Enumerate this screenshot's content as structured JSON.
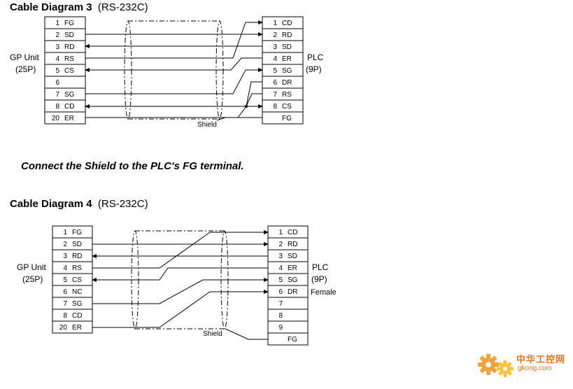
{
  "diagram3": {
    "title": "Cable Diagram 3",
    "subtitle": "(RS-232C)",
    "left_label": "GP Unit",
    "left_sublabel": "(25P)",
    "right_label": "PLC",
    "right_sublabel": "(9P)",
    "shield_label": "Shield",
    "left_pins": [
      {
        "num": "1",
        "name": "FG"
      },
      {
        "num": "2",
        "name": "SD"
      },
      {
        "num": "3",
        "name": "RD"
      },
      {
        "num": "4",
        "name": "RS"
      },
      {
        "num": "5",
        "name": "CS"
      },
      {
        "num": "6",
        "name": ""
      },
      {
        "num": "7",
        "name": "SG"
      },
      {
        "num": "8",
        "name": "CD"
      },
      {
        "num": "20",
        "name": "ER"
      }
    ],
    "right_pins": [
      {
        "num": "1",
        "name": "CD"
      },
      {
        "num": "2",
        "name": "RD"
      },
      {
        "num": "3",
        "name": "SD"
      },
      {
        "num": "4",
        "name": "ER"
      },
      {
        "num": "5",
        "name": "SG"
      },
      {
        "num": "6",
        "name": "DR"
      },
      {
        "num": "7",
        "name": "RS"
      },
      {
        "num": "8",
        "name": "CS"
      },
      {
        "num": "",
        "name": "FG"
      }
    ]
  },
  "note": "Connect the Shield to the PLC's FG terminal.",
  "diagram4": {
    "title": "Cable Diagram 4",
    "subtitle": "(RS-232C)",
    "left_label": "GP Unit",
    "left_sublabel": "(25P)",
    "right_label": "PLC",
    "right_sublabel": "(9P)",
    "right_note": "Female",
    "shield_label": "Shield",
    "left_pins": [
      {
        "num": "1",
        "name": "FG"
      },
      {
        "num": "2",
        "name": "SD"
      },
      {
        "num": "3",
        "name": "RD"
      },
      {
        "num": "4",
        "name": "RS"
      },
      {
        "num": "5",
        "name": "CS"
      },
      {
        "num": "6",
        "name": "NC"
      },
      {
        "num": "7",
        "name": "SG"
      },
      {
        "num": "8",
        "name": "CD"
      },
      {
        "num": "20",
        "name": "ER"
      }
    ],
    "right_pins": [
      {
        "num": "1",
        "name": "CD"
      },
      {
        "num": "2",
        "name": "RD"
      },
      {
        "num": "3",
        "name": "SD"
      },
      {
        "num": "4",
        "name": "ER"
      },
      {
        "num": "5",
        "name": "SG"
      },
      {
        "num": "6",
        "name": "DR"
      },
      {
        "num": "7",
        "name": ""
      },
      {
        "num": "8",
        "name": ""
      },
      {
        "num": "9",
        "name": ""
      },
      {
        "num": "",
        "name": "FG"
      }
    ]
  },
  "watermark": {
    "text": "中华工控网",
    "url": "gkong.com",
    "color": "#e9731c"
  }
}
